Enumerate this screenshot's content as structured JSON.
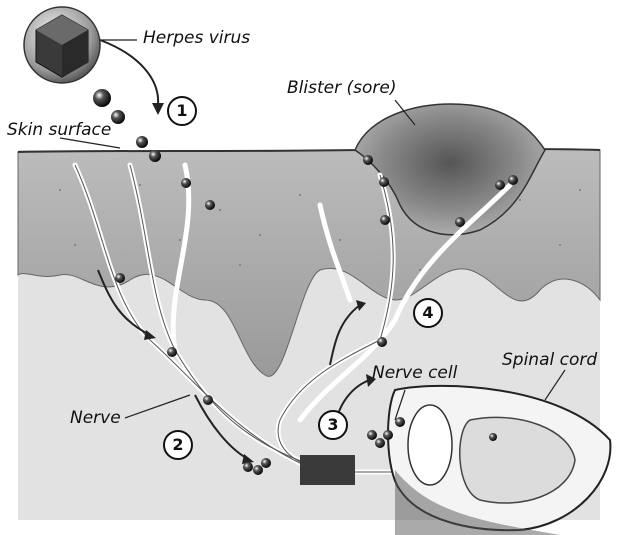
{
  "labels": {
    "herpes_virus": "Herpes virus",
    "blister": "Blister (sore)",
    "skin_surface": "Skin surface",
    "nerve": "Nerve",
    "nerve_cell": "Nerve cell",
    "spinal_cord": "Spinal cord"
  },
  "steps": [
    "1",
    "2",
    "3",
    "4"
  ]
}
